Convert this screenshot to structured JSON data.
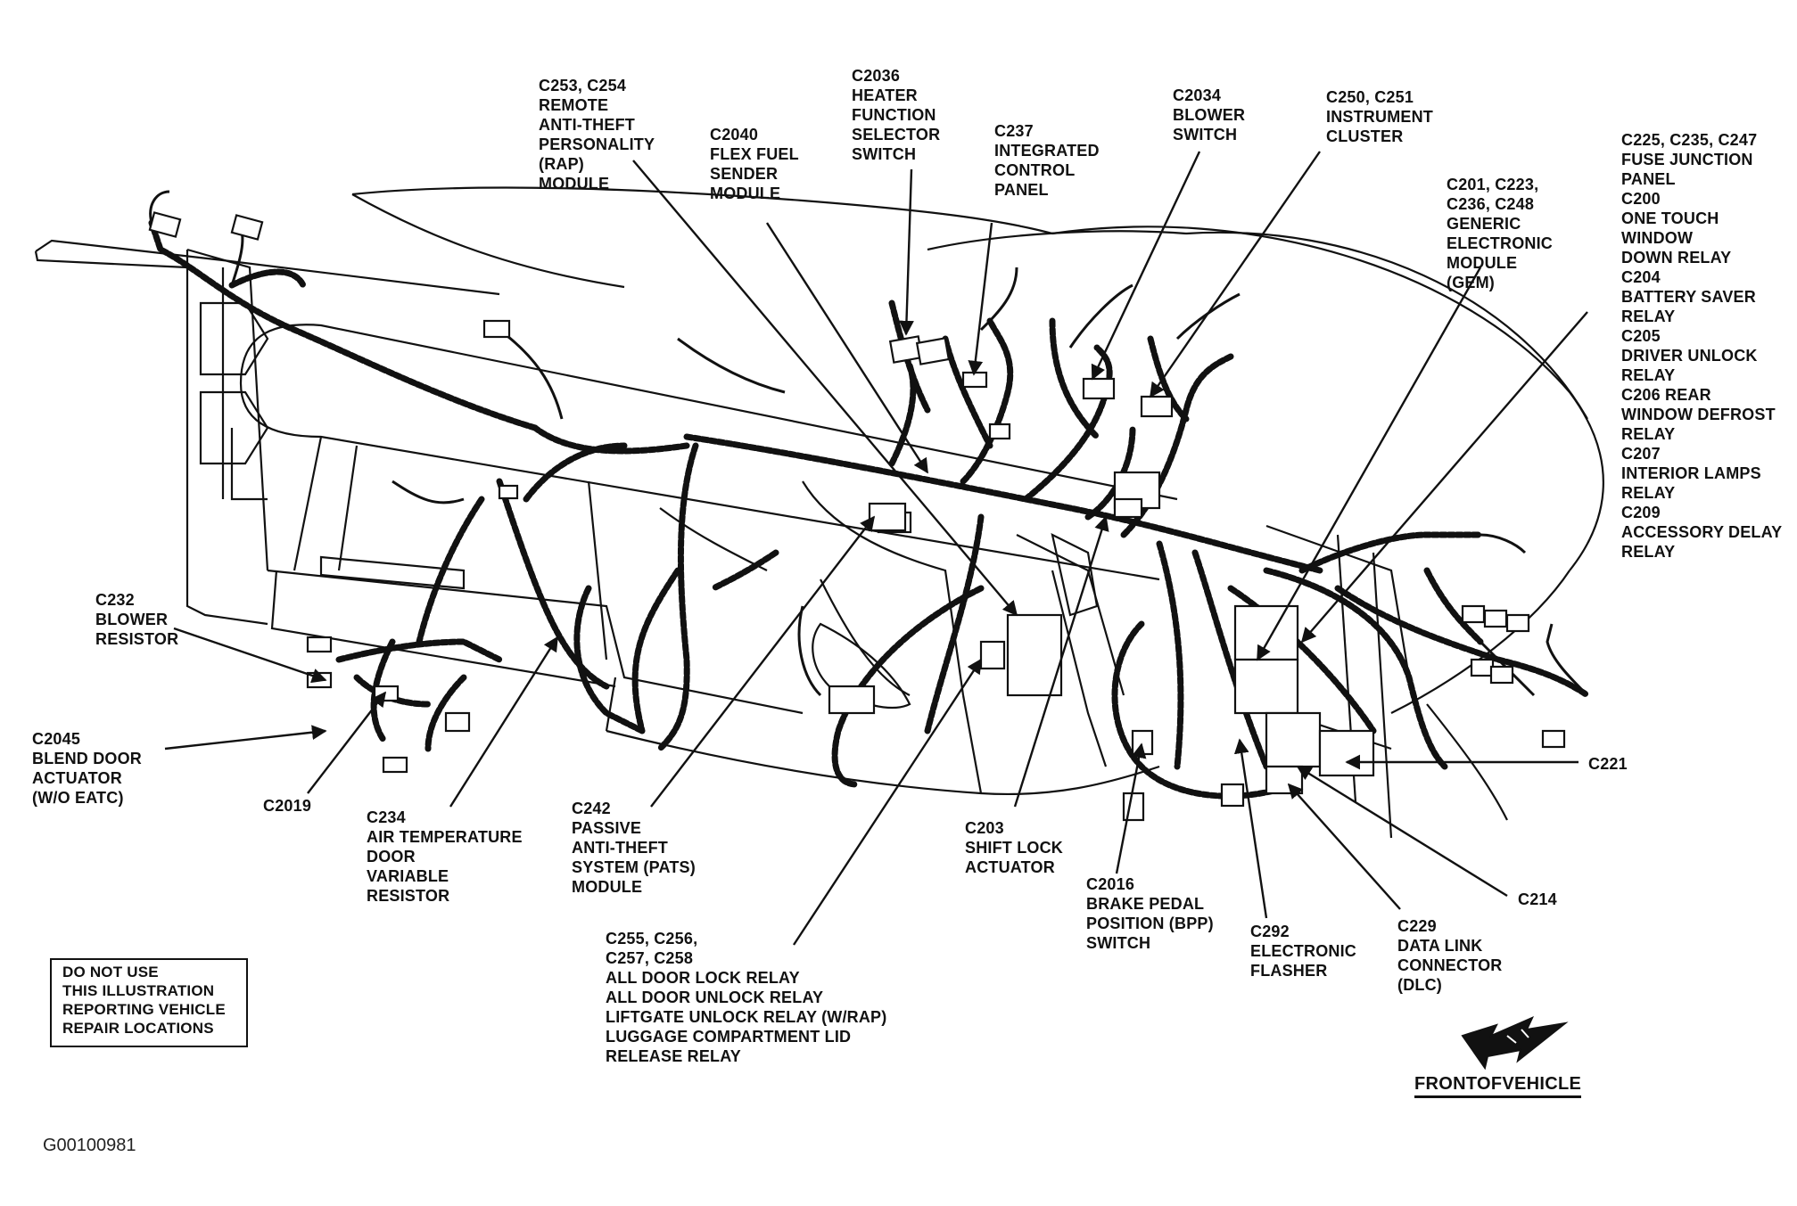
{
  "callouts": [
    {
      "id": "rap-module",
      "lines": [
        "C253, C254",
        "REMOTE",
        "ANTI-THEFT",
        "PERSONALITY",
        "(RAP)",
        "MODULE"
      ]
    },
    {
      "id": "flex-fuel",
      "lines": [
        "C2040",
        "FLEX FUEL",
        "SENDER",
        "MODULE"
      ]
    },
    {
      "id": "heater-switch",
      "lines": [
        "C2036",
        "HEATER",
        "FUNCTION",
        "SELECTOR",
        "SWITCH"
      ]
    },
    {
      "id": "control-panel",
      "lines": [
        "C237",
        "INTEGRATED",
        "CONTROL",
        "PANEL"
      ]
    },
    {
      "id": "blower-switch",
      "lines": [
        "C2034",
        "BLOWER",
        "SWITCH"
      ]
    },
    {
      "id": "instrument-cluster",
      "lines": [
        "C250, C251",
        "INSTRUMENT",
        "CLUSTER"
      ]
    },
    {
      "id": "gem",
      "lines": [
        "C201, C223,",
        "C236, C248",
        "GENERIC",
        "ELECTRONIC",
        "MODULE",
        "(GEM)"
      ]
    },
    {
      "id": "fuse-junction",
      "lines": [
        "C225, C235, C247",
        "FUSE JUNCTION",
        "PANEL",
        "C200",
        "ONE TOUCH",
        "WINDOW",
        "DOWN RELAY",
        "C204",
        "BATTERY SAVER",
        "RELAY",
        "C205",
        "DRIVER UNLOCK",
        "RELAY",
        "C206 REAR",
        "WINDOW DEFROST",
        "RELAY",
        "C207",
        "INTERIOR LAMPS",
        "RELAY",
        "C209",
        "ACCESSORY DELAY",
        "RELAY"
      ]
    },
    {
      "id": "blower-resistor",
      "lines": [
        "C232",
        "BLOWER",
        "RESISTOR"
      ]
    },
    {
      "id": "blend-door",
      "lines": [
        "C2045",
        "BLEND DOOR",
        "ACTUATOR",
        "(W/O EATC)"
      ]
    },
    {
      "id": "c2019",
      "lines": [
        "C2019"
      ]
    },
    {
      "id": "air-temp",
      "lines": [
        "C234",
        "AIR TEMPERATURE",
        "DOOR",
        "VARIABLE",
        "RESISTOR"
      ]
    },
    {
      "id": "pats",
      "lines": [
        "C242",
        "PASSIVE",
        "ANTI-THEFT",
        "SYSTEM (PATS)",
        "MODULE"
      ]
    },
    {
      "id": "door-lock-relays",
      "lines": [
        "C255, C256,",
        "C257, C258",
        "ALL DOOR LOCK RELAY",
        "ALL DOOR UNLOCK RELAY",
        "LIFTGATE UNLOCK RELAY (W/RAP)",
        "LUGGAGE COMPARTMENT LID",
        "RELEASE RELAY"
      ]
    },
    {
      "id": "shift-lock",
      "lines": [
        "C203",
        "SHIFT LOCK",
        "ACTUATOR"
      ]
    },
    {
      "id": "bpp-switch",
      "lines": [
        "C2016",
        "BRAKE PEDAL",
        "POSITION (BPP)",
        "SWITCH"
      ]
    },
    {
      "id": "flasher",
      "lines": [
        "C292",
        "ELECTRONIC",
        "FLASHER"
      ]
    },
    {
      "id": "dlc",
      "lines": [
        "C229",
        "DATA LINK",
        "CONNECTOR",
        "(DLC)"
      ]
    },
    {
      "id": "c221",
      "lines": [
        "C221"
      ]
    },
    {
      "id": "c214",
      "lines": [
        "C214"
      ]
    }
  ],
  "notice": {
    "lines": [
      "DO NOT USE",
      "THIS  ILLUSTRATION",
      "REPORTING VEHICLE",
      "REPAIR  LOCATIONS"
    ]
  },
  "front_label": "FRONTOFVEHICLE",
  "figure_id": "G00100981"
}
